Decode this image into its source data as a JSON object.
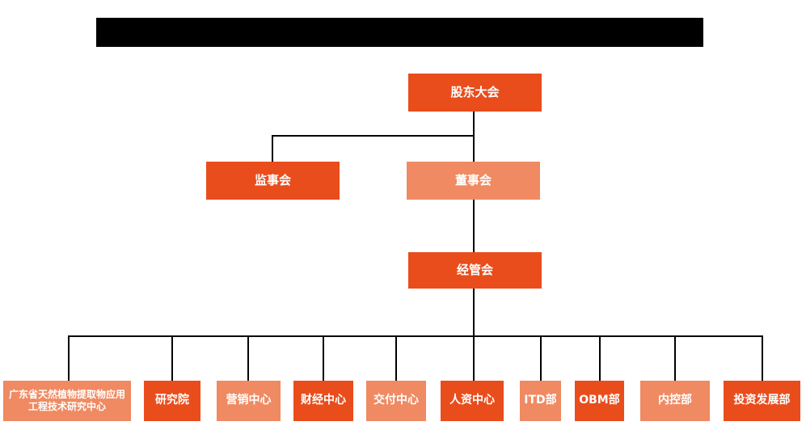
{
  "title_bar": {
    "redacted": true,
    "color": "#000000"
  },
  "colors": {
    "node_primary": "#E94D1C",
    "node_secondary": "#EF8A62",
    "connector_line": "#000000",
    "node_text": "#FFFFFF",
    "background": "#FFFFFF"
  },
  "org_chart": {
    "level1": {
      "shareholders_meeting": "股东大会"
    },
    "level2": {
      "supervisory_board": "监事会",
      "board_of_directors": "董事会"
    },
    "level3": {
      "management_committee": "经管会"
    },
    "level4": [
      "广东省天然植物提取物应用工程技术研究中心",
      "研究院",
      "营销中心",
      "财经中心",
      "交付中心",
      "人资中心",
      "ITD部",
      "OBM部",
      "内控部",
      "投资发展部"
    ]
  }
}
